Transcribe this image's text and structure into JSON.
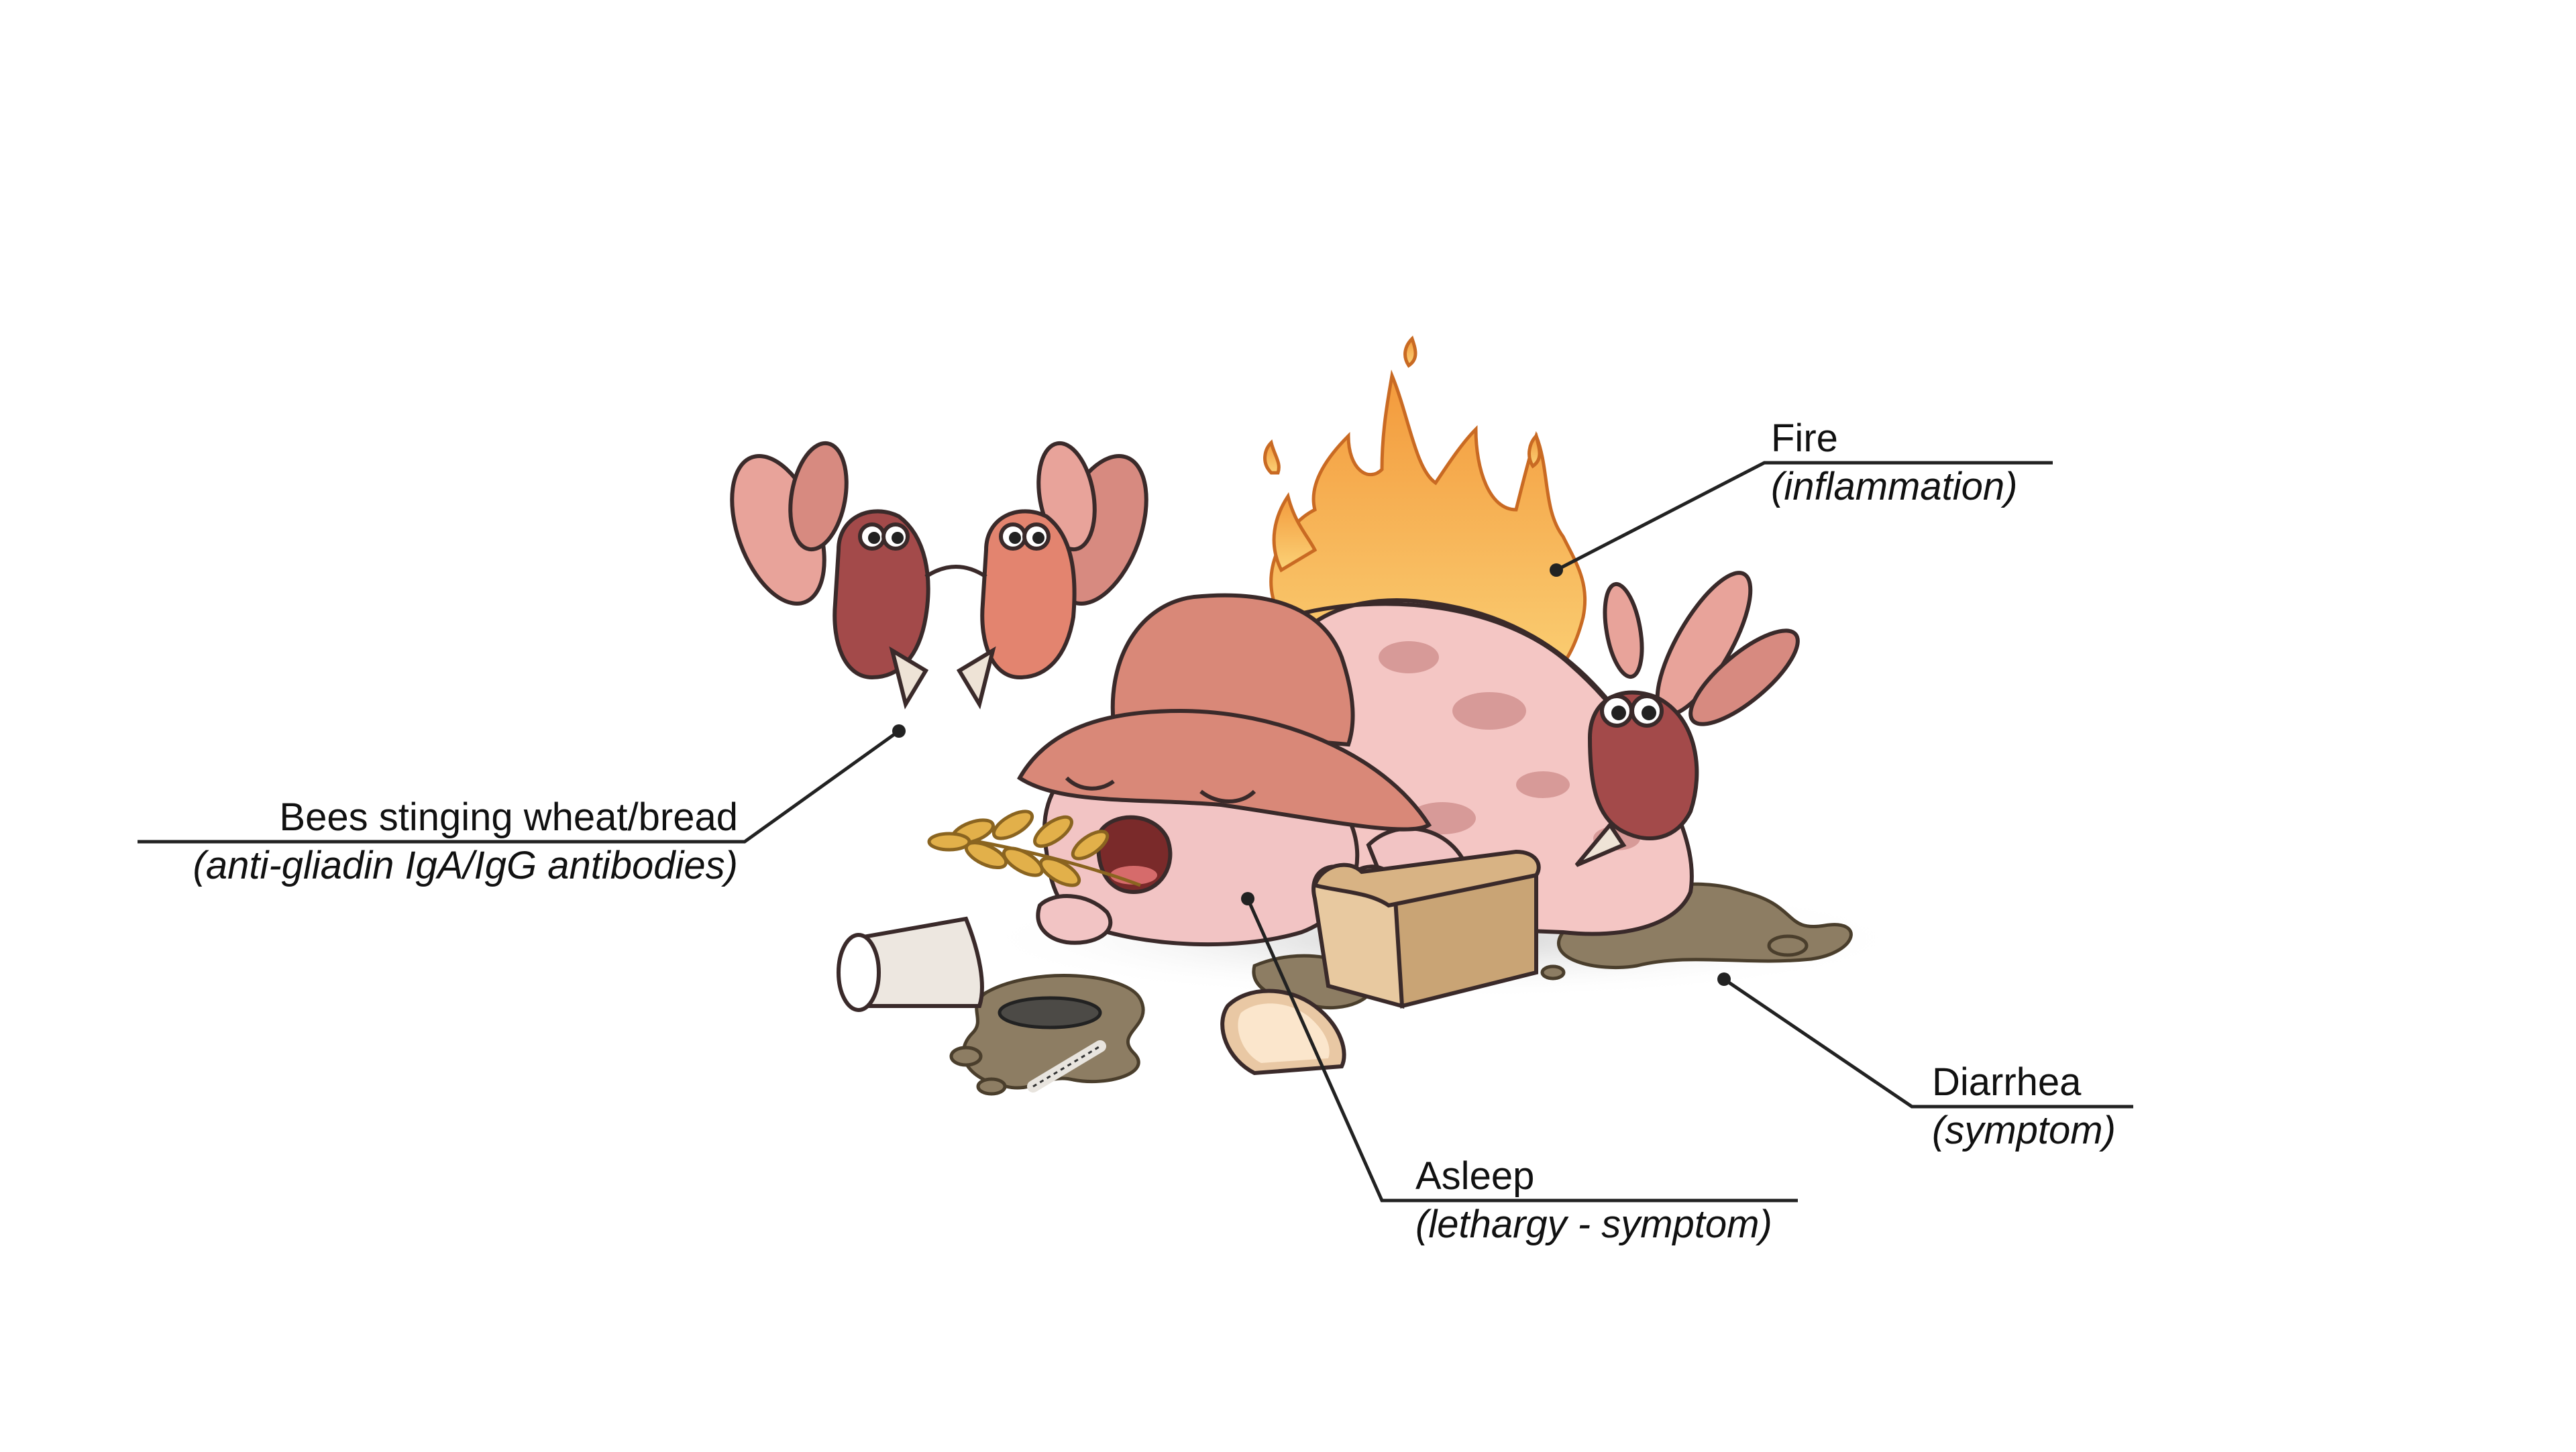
{
  "labels": {
    "bees": {
      "title": "Bees stinging wheat/bread",
      "detail": "(anti-gliadin IgA/IgG antibodies)"
    },
    "fire": {
      "title": "Fire",
      "detail": "(inflammation)"
    },
    "asleep": {
      "title": "Asleep",
      "detail": "(lethargy - symptom)"
    },
    "diarrhea": {
      "title": "Diarrhea",
      "detail": "(symptom)"
    }
  },
  "colors": {
    "text": "#111111",
    "leader": "#222222",
    "hat": "#d98878",
    "body": "#f4c6c4",
    "spots": "#d79a98",
    "flame_outer": "#f3a246",
    "flame_inner": "#fbd277",
    "bee_dark": "#a34a4a",
    "bee_light": "#e3846f",
    "wing": "#e8a39a",
    "puddle": "#8d7d63",
    "bread": "#e8c9a0",
    "wheat": "#e2b04a"
  }
}
